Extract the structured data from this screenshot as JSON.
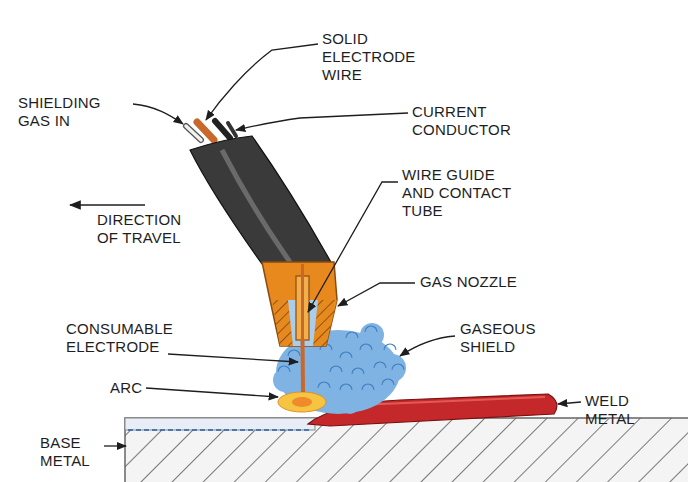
{
  "diagram": {
    "labels": [
      "SHIELDING GAS IN",
      "SOLID ELECTRODE WIRE",
      "CURRENT CONDUCTOR",
      "DIRECTION OF TRAVEL",
      "WIRE GUIDE AND CONTACT TUBE",
      "GAS NOZZLE",
      "CONSUMABLE ELECTRODE",
      "GASEOUS SHIELD",
      "ARC",
      "WELD METAL",
      "BASE METAL"
    ]
  }
}
